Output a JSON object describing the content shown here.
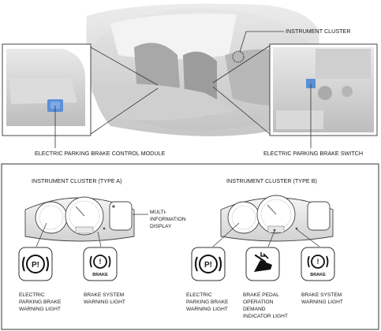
{
  "top": {
    "instrument_cluster": "INSTRUMENT CLUSTER",
    "control_module": "ELECTRIC PARKING BRAKE CONTROL MODULE",
    "switch": "ELECTRIC PARKING BRAKE SWITCH"
  },
  "type_a": {
    "title": "INSTRUMENT CLUSTER (TYPE A)",
    "mid_lines": [
      "MULTI-",
      "INFORMATION",
      "DISPLAY"
    ],
    "epb_lines": [
      "ELECTRIC",
      "PARKING BRAKE",
      "WARNING LIGHT"
    ],
    "brake_lines": [
      "BRAKE SYSTEM",
      "WARNING LIGHT"
    ]
  },
  "type_b": {
    "title": "INSTRUMENT CLUSTER (TYPE B)",
    "epb_lines": [
      "ELECTRIC",
      "PARKING BRAKE",
      "WARNING LIGHT"
    ],
    "pedal_lines": [
      "BRAKE PEDAL",
      "OPERATION",
      "DEMAND",
      "INDICATOR LIGHT"
    ],
    "brake_lines": [
      "BRAKE SYSTEM",
      "WARNING LIGHT"
    ]
  },
  "icons": {
    "epb_symbol": "P!",
    "brake_symbol": "!",
    "brake_word": "BRAKE"
  },
  "colors": {
    "module_blue": "#5b8fd6",
    "line": "#333333"
  }
}
